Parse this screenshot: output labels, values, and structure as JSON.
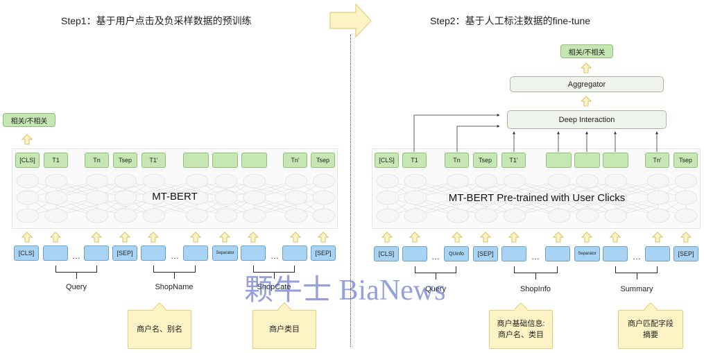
{
  "step1": {
    "title": "Step1：基于用户点击及负采样数据的预训练",
    "output_label": "相关/不相关",
    "bert_label": "MT-BERT",
    "output_tokens": [
      "[CLS]",
      "T1",
      "Tn",
      "Tsep",
      "T1'",
      "",
      "",
      "",
      "Tn'",
      "Tsep"
    ],
    "input_tokens": [
      "[CLS]",
      "",
      "",
      "[SEP]",
      "",
      "",
      "Separator",
      "",
      "",
      "[SEP]"
    ],
    "groups": [
      "Query",
      "ShopName",
      "ShopCate"
    ],
    "callouts": [
      "商户名、别名",
      "商户类目"
    ]
  },
  "step2": {
    "title": "Step2：基于人工标注数据的fine-tune",
    "output_label": "相关/不相关",
    "aggregator_label": "Aggregator",
    "interaction_label": "Deep Interaction",
    "bert_label": "MT-BERT Pre-trained with User Clicks",
    "output_tokens": [
      "[CLS]",
      "T1",
      "Tn",
      "Tsep",
      "T1'",
      "",
      "",
      "",
      "Tn'",
      "Tsep"
    ],
    "input_tokens": [
      "[CLS]",
      "",
      "QUinfo",
      "[SEP]",
      "",
      "",
      "Separator",
      "",
      "",
      "[SEP]"
    ],
    "groups": [
      "Query",
      "ShopInfo",
      "Summary"
    ],
    "callouts": [
      "商户基础信息:\n商户名、类目",
      "商户匹配字段\n摘要"
    ]
  },
  "ellipsis": "…",
  "watermark": "颗牛士 BiaNews",
  "colors": {
    "token_green": "#c6e7b4",
    "token_blue": "#a9d3f3",
    "arrow_yellow": "#fdf3c4",
    "callout_yellow": "#fdf3c4",
    "box_gray": "#eef3ec",
    "watermark": "#3c50be"
  }
}
